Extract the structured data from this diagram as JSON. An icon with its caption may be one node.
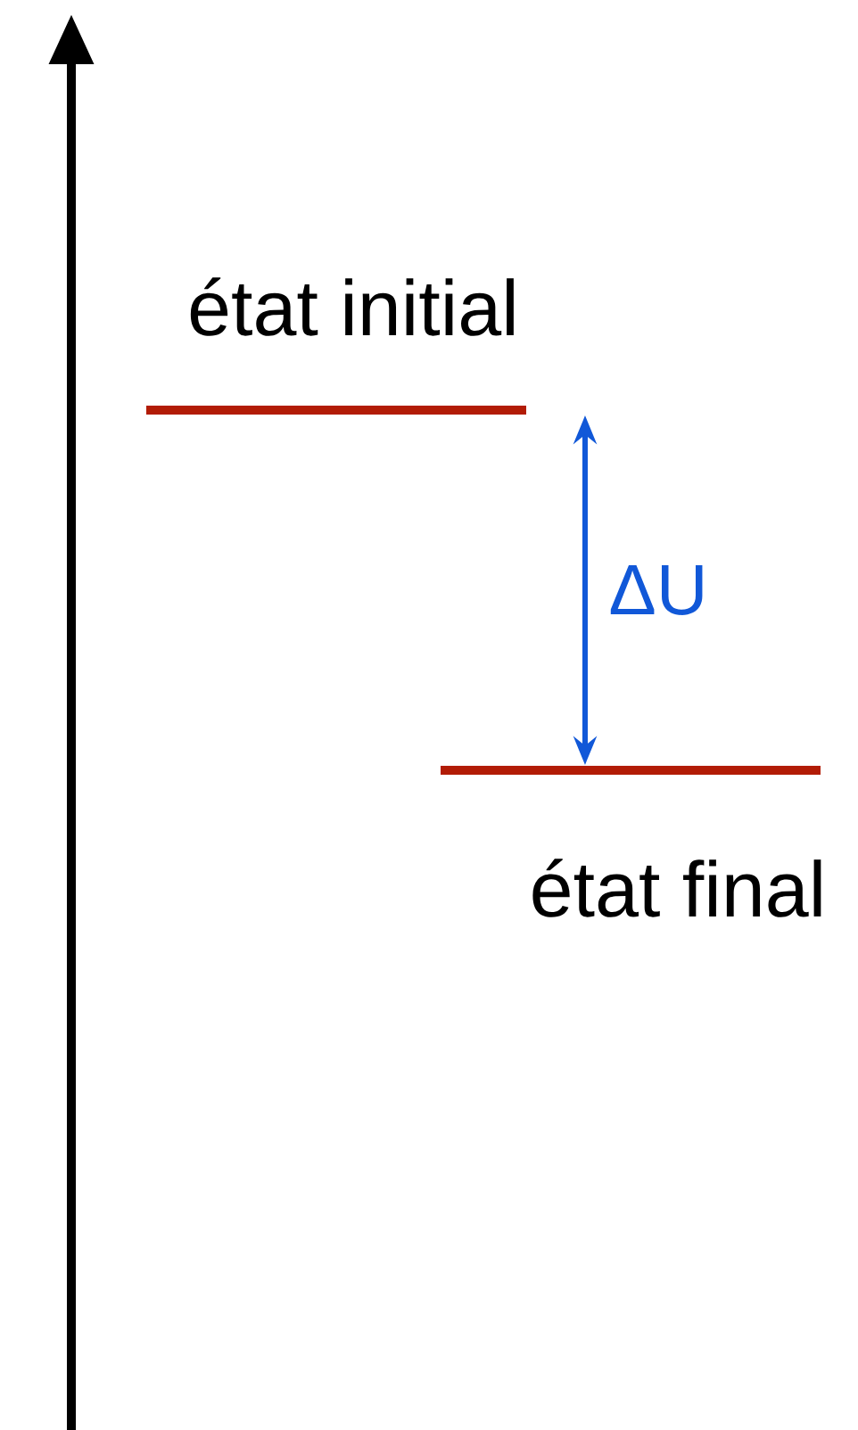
{
  "diagram": {
    "nodes": [
      {
        "text": [
          "état initial"
        ]
      },
      {
        "text": [
          "état final"
        ]
      }
    ],
    "edges": [
      {
        "from": 0,
        "to": 1,
        "arrow": "both",
        "label": "ΔU",
        "color": "#1158d8"
      }
    ]
  }
}
